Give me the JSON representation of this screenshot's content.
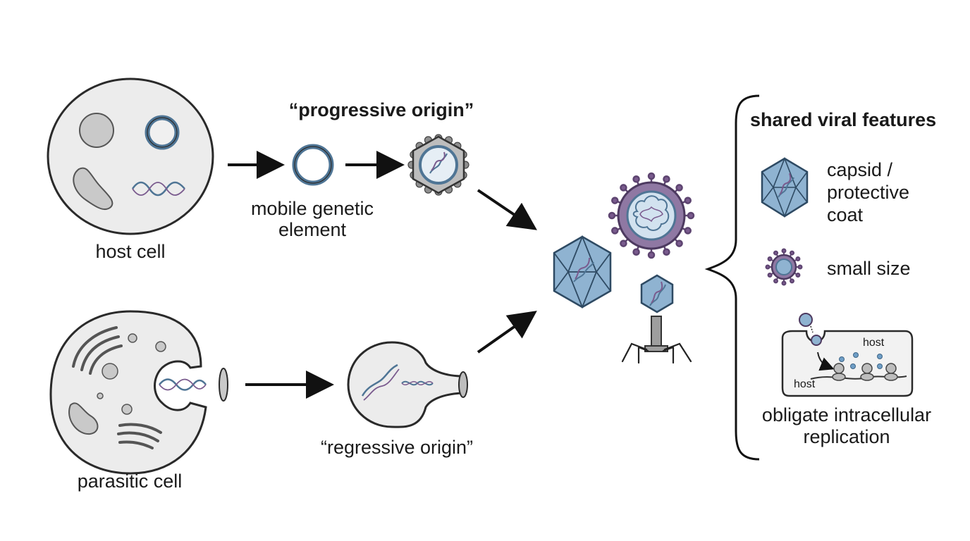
{
  "labels": {
    "host_cell": "host cell",
    "parasitic_cell": "parasitic cell",
    "progressive_origin": "“progressive origin”",
    "mobile_element_line1": "mobile genetic",
    "mobile_element_line2": "element",
    "regressive_origin": "“regressive origin”"
  },
  "features": {
    "title": "shared viral features",
    "capsid_line1": "capsid /",
    "capsid_line2": "protective",
    "capsid_line3": "coat",
    "small_size": "small size",
    "host_label_1": "host",
    "host_label_2": "host",
    "replication_line1": "obligate intracellular",
    "replication_line2": "replication"
  },
  "colors": {
    "blue_fill": "#8fb3d1",
    "blue_stroke": "#4f7595",
    "purple": "#7a5b8e",
    "cell_fill": "#ececec",
    "organelle": "#c9c9c9",
    "outline": "#2a2a2a"
  }
}
